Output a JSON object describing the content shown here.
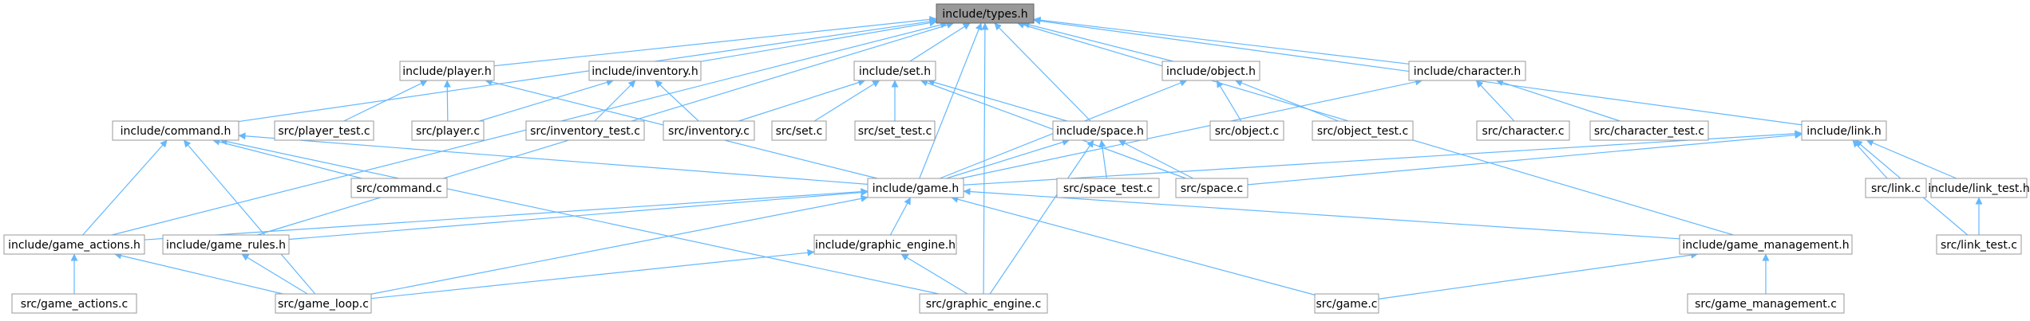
{
  "colors": {
    "edge": "#63b8ff",
    "node_border": "#999999",
    "node_fill": "#ffffff",
    "root_fill": "#999999"
  },
  "nodes": [
    {
      "id": "types_h",
      "label": "include/types.h",
      "root": true
    },
    {
      "id": "player_h",
      "label": "include/player.h"
    },
    {
      "id": "inventory_h",
      "label": "include/inventory.h"
    },
    {
      "id": "set_h",
      "label": "include/set.h"
    },
    {
      "id": "object_h",
      "label": "include/object.h"
    },
    {
      "id": "character_h",
      "label": "include/character.h"
    },
    {
      "id": "command_h",
      "label": "include/command.h"
    },
    {
      "id": "player_test_c",
      "label": "src/player_test.c"
    },
    {
      "id": "player_c",
      "label": "src/player.c"
    },
    {
      "id": "inventory_test_c",
      "label": "src/inventory_test.c"
    },
    {
      "id": "inventory_c",
      "label": "src/inventory.c"
    },
    {
      "id": "set_c",
      "label": "src/set.c"
    },
    {
      "id": "set_test_c",
      "label": "src/set_test.c"
    },
    {
      "id": "space_h",
      "label": "include/space.h"
    },
    {
      "id": "object_c",
      "label": "src/object.c"
    },
    {
      "id": "object_test_c",
      "label": "src/object_test.c"
    },
    {
      "id": "character_c",
      "label": "src/character.c"
    },
    {
      "id": "character_test_c",
      "label": "src/character_test.c"
    },
    {
      "id": "link_h",
      "label": "include/link.h"
    },
    {
      "id": "command_c",
      "label": "src/command.c"
    },
    {
      "id": "game_h",
      "label": "include/game.h"
    },
    {
      "id": "space_test_c",
      "label": "src/space_test.c"
    },
    {
      "id": "space_c",
      "label": "src/space.c"
    },
    {
      "id": "link_c",
      "label": "src/link.c"
    },
    {
      "id": "link_test_h",
      "label": "include/link_test.h"
    },
    {
      "id": "game_actions_h",
      "label": "include/game_actions.h"
    },
    {
      "id": "game_rules_h",
      "label": "include/game_rules.h"
    },
    {
      "id": "graphic_engine_h",
      "label": "include/graphic_engine.h"
    },
    {
      "id": "game_management_h",
      "label": "include/game_management.h"
    },
    {
      "id": "link_test_c",
      "label": "src/link_test.c"
    },
    {
      "id": "game_actions_c",
      "label": "src/game_actions.c"
    },
    {
      "id": "game_loop_c",
      "label": "src/game_loop.c"
    },
    {
      "id": "graphic_engine_c",
      "label": "src/graphic_engine.c"
    },
    {
      "id": "game_c",
      "label": "src/game.c"
    },
    {
      "id": "game_management_c",
      "label": "src/game_management.c"
    }
  ],
  "edges": [
    [
      "player_h",
      "types_h"
    ],
    [
      "inventory_h",
      "types_h"
    ],
    [
      "set_h",
      "types_h"
    ],
    [
      "object_h",
      "types_h"
    ],
    [
      "character_h",
      "types_h"
    ],
    [
      "command_h",
      "types_h"
    ],
    [
      "space_h",
      "types_h"
    ],
    [
      "link_h",
      "types_h"
    ],
    [
      "game_h",
      "types_h"
    ],
    [
      "game_actions_h",
      "types_h"
    ],
    [
      "game_rules_h",
      "types_h"
    ],
    [
      "game_management_h",
      "types_h"
    ],
    [
      "graphic_engine_c",
      "types_h"
    ],
    [
      "player_test_c",
      "player_h"
    ],
    [
      "player_c",
      "player_h"
    ],
    [
      "game_h",
      "player_h"
    ],
    [
      "player_c",
      "inventory_h"
    ],
    [
      "inventory_test_c",
      "inventory_h"
    ],
    [
      "inventory_c",
      "inventory_h"
    ],
    [
      "inventory_c",
      "set_h"
    ],
    [
      "set_c",
      "set_h"
    ],
    [
      "set_test_c",
      "set_h"
    ],
    [
      "space_h",
      "set_h"
    ],
    [
      "space_c",
      "set_h"
    ],
    [
      "game_h",
      "object_h"
    ],
    [
      "object_c",
      "object_h"
    ],
    [
      "object_test_c",
      "object_h"
    ],
    [
      "game_h",
      "character_h"
    ],
    [
      "character_c",
      "character_h"
    ],
    [
      "character_test_c",
      "character_h"
    ],
    [
      "command_c",
      "command_h"
    ],
    [
      "game_h",
      "command_h"
    ],
    [
      "game_actions_h",
      "command_h"
    ],
    [
      "game_loop_c",
      "command_h"
    ],
    [
      "graphic_engine_c",
      "command_h"
    ],
    [
      "game_h",
      "space_h"
    ],
    [
      "space_test_c",
      "space_h"
    ],
    [
      "space_c",
      "space_h"
    ],
    [
      "graphic_engine_c",
      "space_h"
    ],
    [
      "game_h",
      "link_h"
    ],
    [
      "space_c",
      "link_h"
    ],
    [
      "link_c",
      "link_h"
    ],
    [
      "link_test_h",
      "link_h"
    ],
    [
      "link_test_c",
      "link_h"
    ],
    [
      "link_test_c",
      "link_test_h"
    ],
    [
      "game_actions_h",
      "game_h"
    ],
    [
      "game_rules_h",
      "game_h"
    ],
    [
      "graphic_engine_h",
      "game_h"
    ],
    [
      "game_management_h",
      "game_h"
    ],
    [
      "game_loop_c",
      "game_h"
    ],
    [
      "game_c",
      "game_h"
    ],
    [
      "game_actions_c",
      "game_actions_h"
    ],
    [
      "game_loop_c",
      "game_actions_h"
    ],
    [
      "game_loop_c",
      "game_rules_h"
    ],
    [
      "game_loop_c",
      "graphic_engine_h"
    ],
    [
      "graphic_engine_c",
      "graphic_engine_h"
    ],
    [
      "game_c",
      "game_management_h"
    ],
    [
      "game_management_c",
      "game_management_h"
    ]
  ]
}
